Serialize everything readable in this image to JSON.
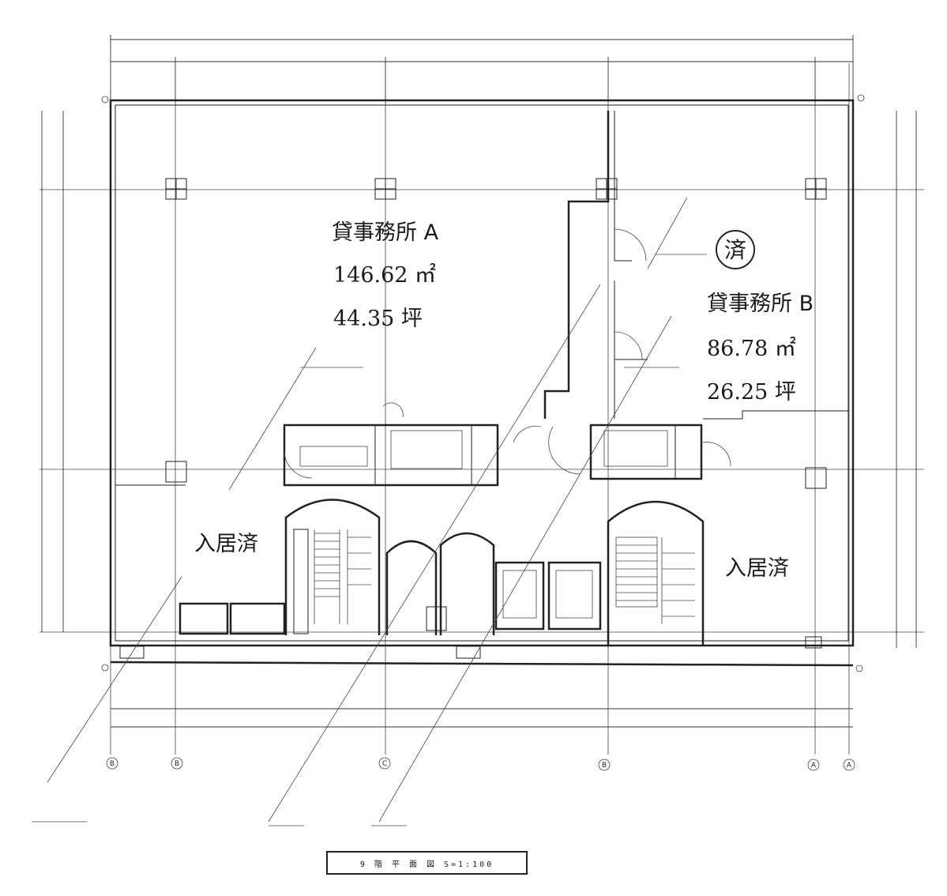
{
  "units": {
    "office_a": {
      "name": "貸事務所 A",
      "area_m2": "146.62 ㎡",
      "area_tsubo": "44.35 坪",
      "status": "入居済"
    },
    "office_b": {
      "name": "貸事務所 B",
      "area_m2": "86.78 ㎡",
      "area_tsubo": "26.25 坪",
      "status": "入居済",
      "badge": "済"
    }
  },
  "axes": {
    "bottom": [
      "B",
      "B",
      "C",
      "B",
      "A",
      "A"
    ]
  },
  "drawing": {
    "title": "9 階 平 面 図  S=1:100"
  }
}
